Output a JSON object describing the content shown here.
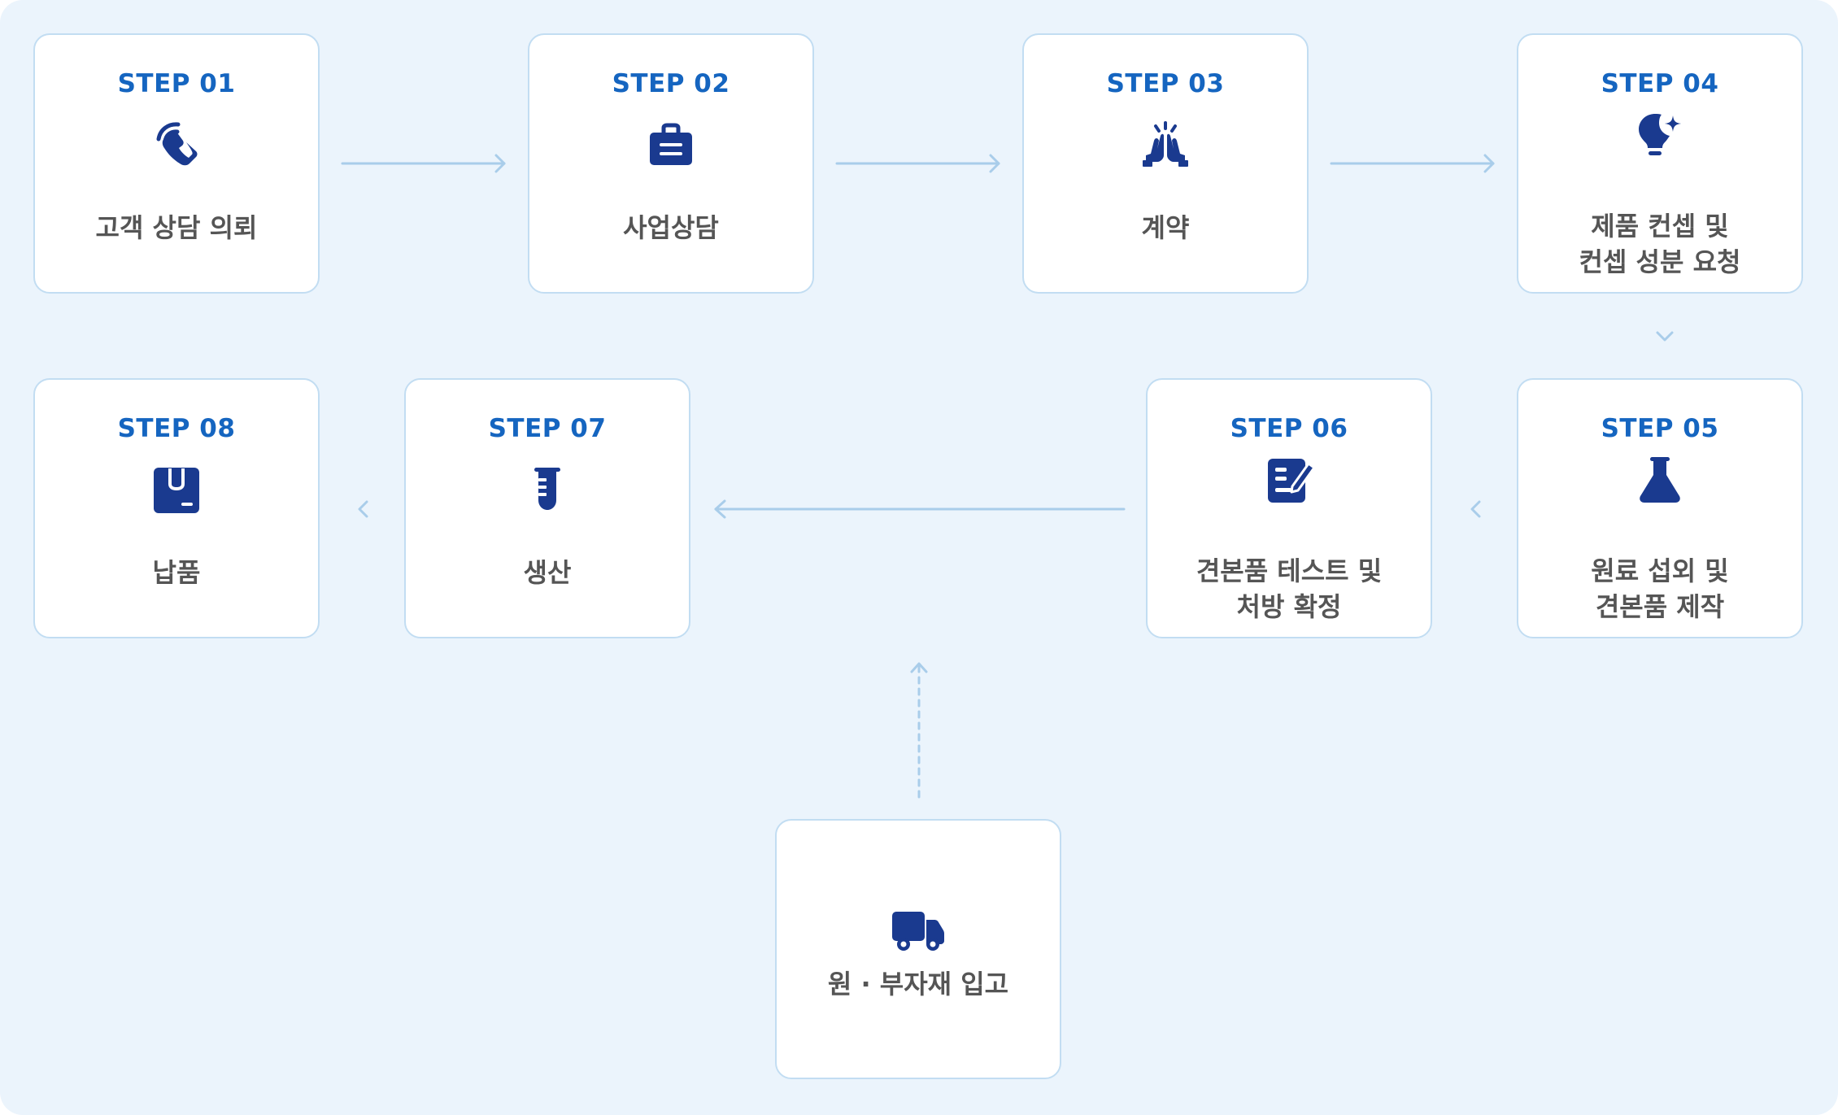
{
  "colors": {
    "background": "#ebf4fc",
    "card": "#ffffff",
    "card_border": "#c2ddf2",
    "step_text": "#1565c0",
    "icon": "#1a3a8f",
    "label_text": "#555555",
    "connector": "#a9cdea"
  },
  "steps": [
    {
      "step": "STEP 01",
      "label": "고객 상담 의뢰",
      "icon": "phone-icon"
    },
    {
      "step": "STEP 02",
      "label": "사업상담",
      "icon": "briefcase-icon"
    },
    {
      "step": "STEP 03",
      "label": "계약",
      "icon": "handshake-icon"
    },
    {
      "step": "STEP 04",
      "label": "제품 컨셉 및\n컨셉 성분 요청",
      "icon": "lightbulb-icon"
    },
    {
      "step": "STEP 05",
      "label": "원료 섭외 및\n견본품 제작",
      "icon": "flask-icon"
    },
    {
      "step": "STEP 06",
      "label": "견본품 테스트 및\n처방 확정",
      "icon": "edit-document-icon"
    },
    {
      "step": "STEP 07",
      "label": "생산",
      "icon": "test-tube-icon"
    },
    {
      "step": "STEP 08",
      "label": "납품",
      "icon": "package-icon"
    }
  ],
  "supply": {
    "label": "원 · 부자재 입고",
    "icon": "truck-icon"
  }
}
